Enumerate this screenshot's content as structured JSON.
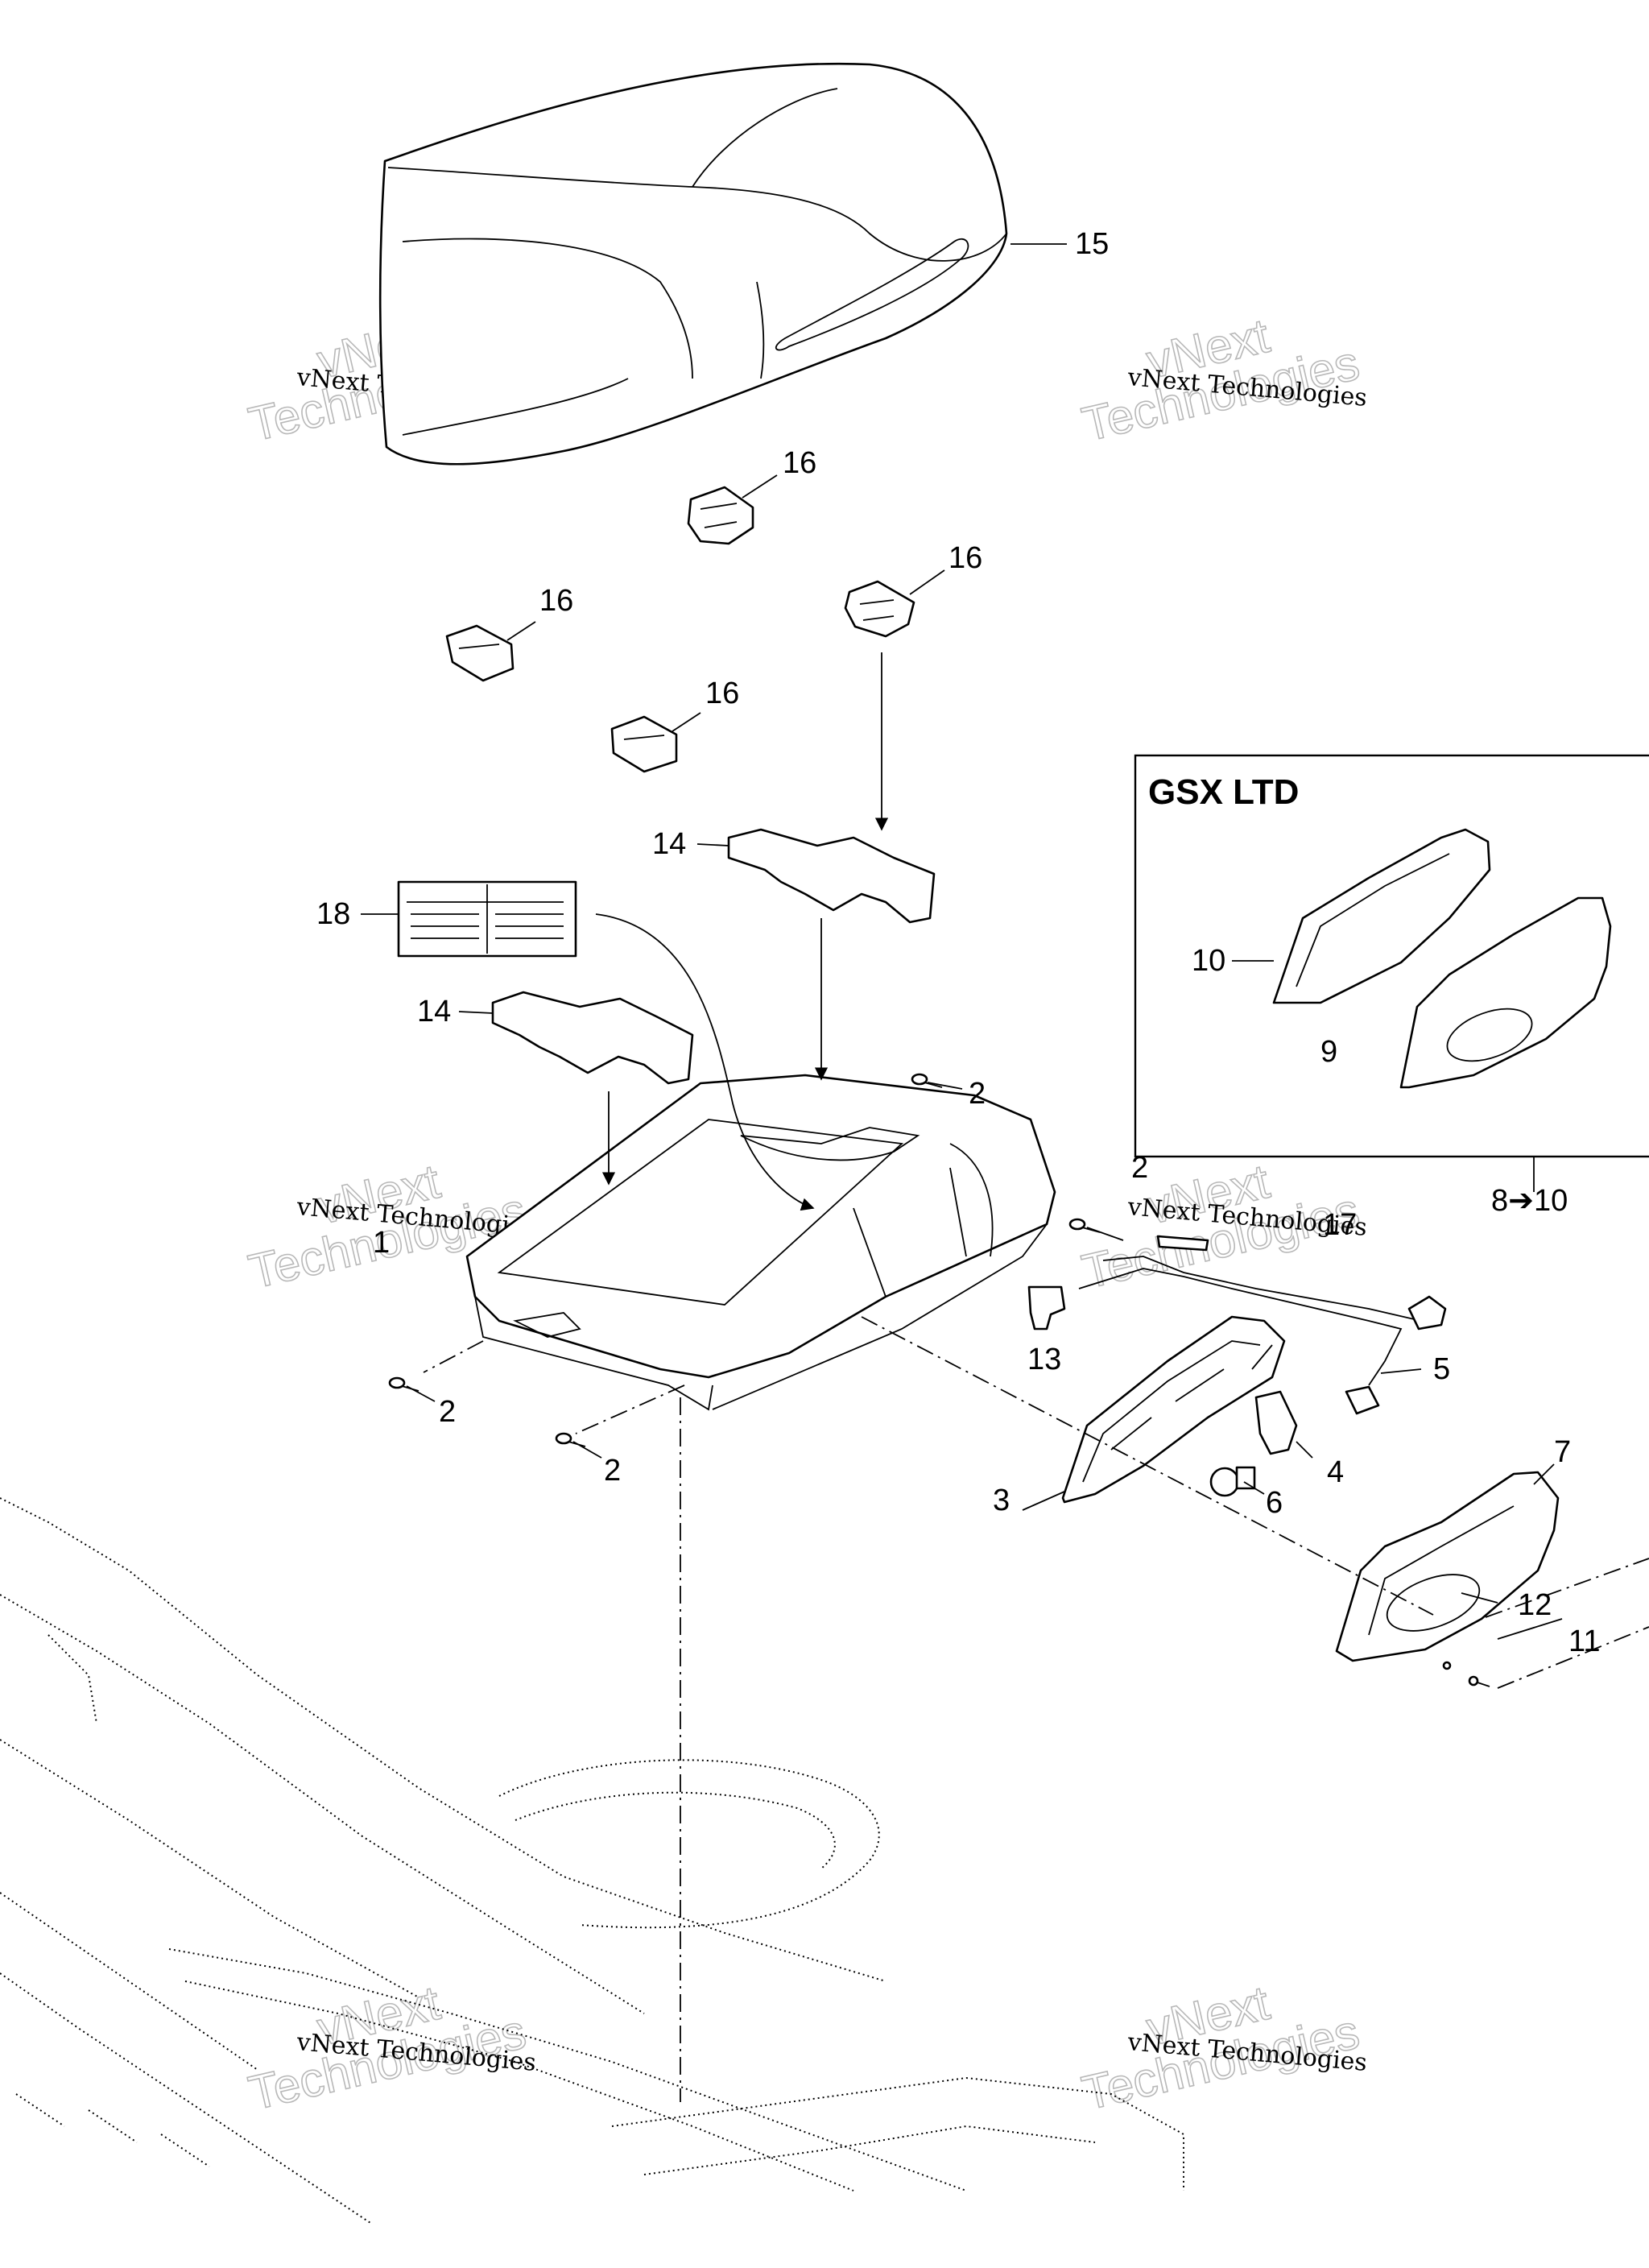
{
  "inset": {
    "title": "GSX LTD",
    "range_label": "8➔10"
  },
  "callouts": [
    "15",
    "16",
    "16",
    "16",
    "16",
    "14",
    "14",
    "18",
    "2",
    "2",
    "2",
    "2",
    "1",
    "17",
    "13",
    "5",
    "4",
    "6",
    "3",
    "7",
    "12",
    "11",
    "10",
    "9"
  ],
  "watermark": {
    "line1": "vNext Technologies",
    "line2": "Technologies",
    "overlay": "vNext"
  },
  "colors": {
    "ink": "#000000",
    "watermark": "#b8b8b8",
    "background": "#ffffff"
  }
}
